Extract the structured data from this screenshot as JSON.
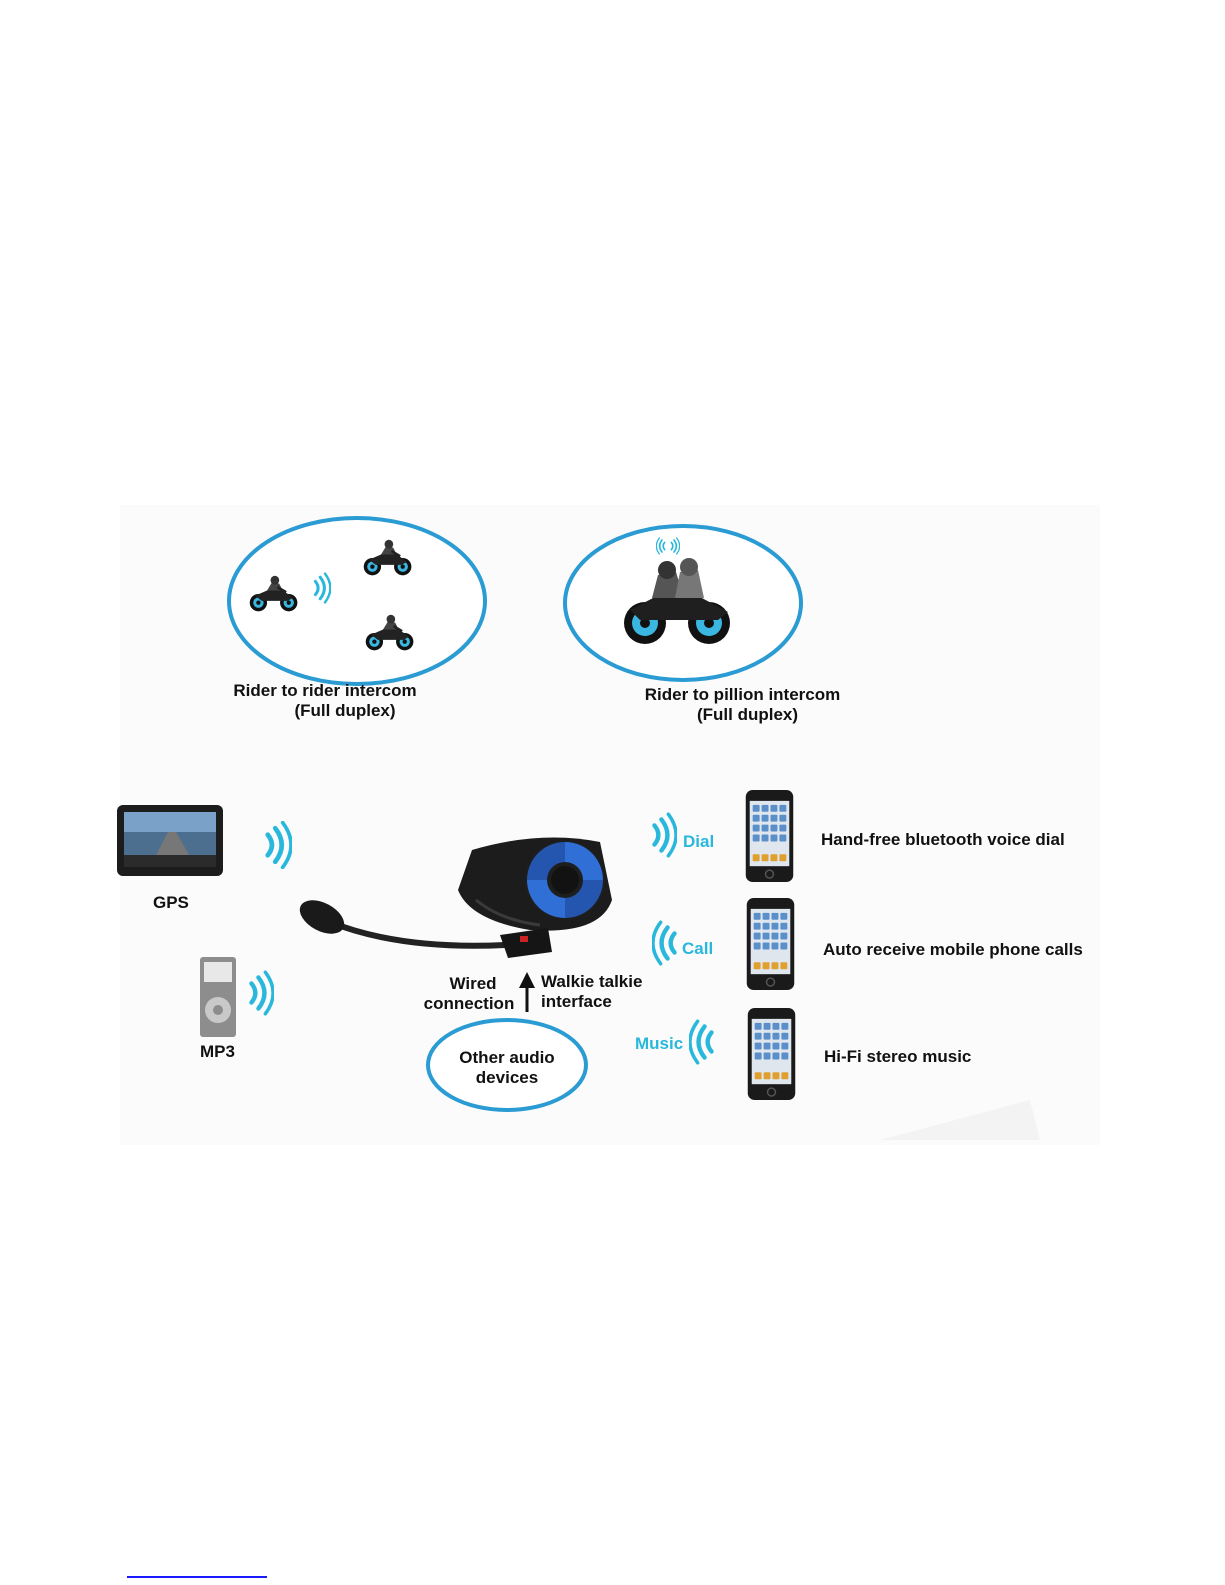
{
  "intercom": {
    "rider_to_rider": [
      "Rider to rider intercom",
      "(Full duplex)"
    ],
    "rider_to_pillion": [
      "Rider to pillion intercom",
      "(Full duplex)"
    ]
  },
  "devices": {
    "gps": "GPS",
    "mp3": "MP3"
  },
  "connections": {
    "wired": [
      "Wired",
      "connection"
    ],
    "walkie": [
      "Walkie talkie",
      "interface"
    ],
    "other_audio": [
      "Other audio",
      "devices"
    ]
  },
  "phone_functions": [
    {
      "signal": "Dial",
      "description": "Hand-free bluetooth voice dial"
    },
    {
      "signal": "Call",
      "description": "Auto receive mobile phone calls"
    },
    {
      "signal": "Music",
      "description": "Hi-Fi stereo music"
    }
  ],
  "colors": {
    "accent_cyan": "#29b8dc",
    "ellipse_blue": "#2a9bd3",
    "headset_black": "#1c1c1c",
    "headset_blue": "#2f6fd6"
  }
}
